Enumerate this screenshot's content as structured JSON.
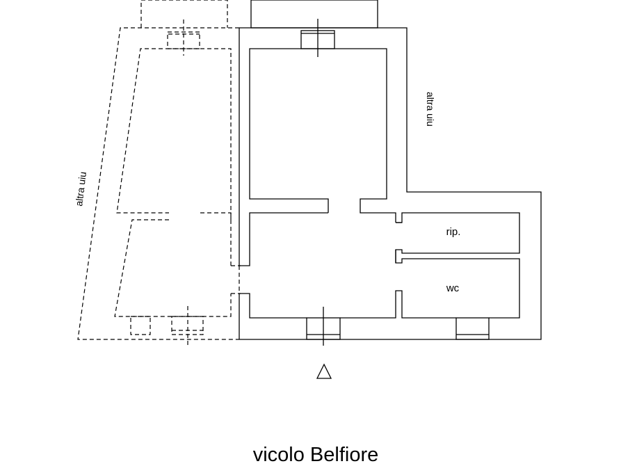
{
  "plan": {
    "neighbor_left_label": "altra uiu",
    "neighbor_right_label": "altra uiu",
    "room_storage_label": "rip.",
    "room_wc_label": "wc",
    "street_label": "vicolo Belfiore"
  }
}
